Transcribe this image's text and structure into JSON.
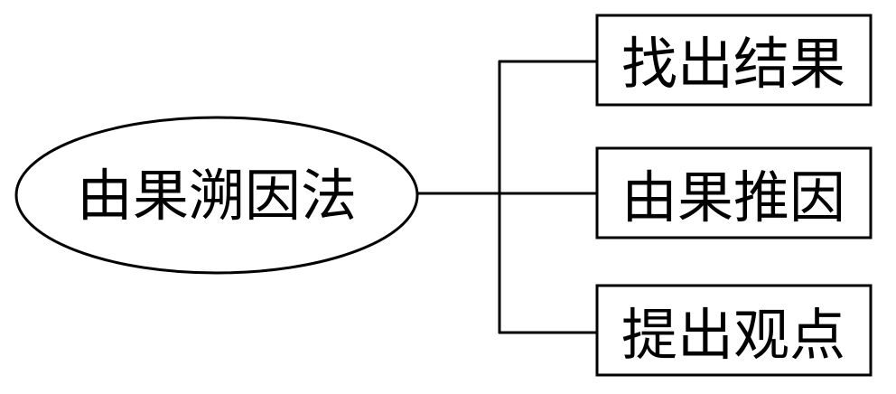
{
  "diagram": {
    "type": "mind-map",
    "root": {
      "label": "由果溯因法"
    },
    "children": [
      {
        "label": "找出结果"
      },
      {
        "label": "由果推因"
      },
      {
        "label": "提出观点"
      }
    ],
    "stroke_color": "#000000",
    "background": "#ffffff"
  }
}
